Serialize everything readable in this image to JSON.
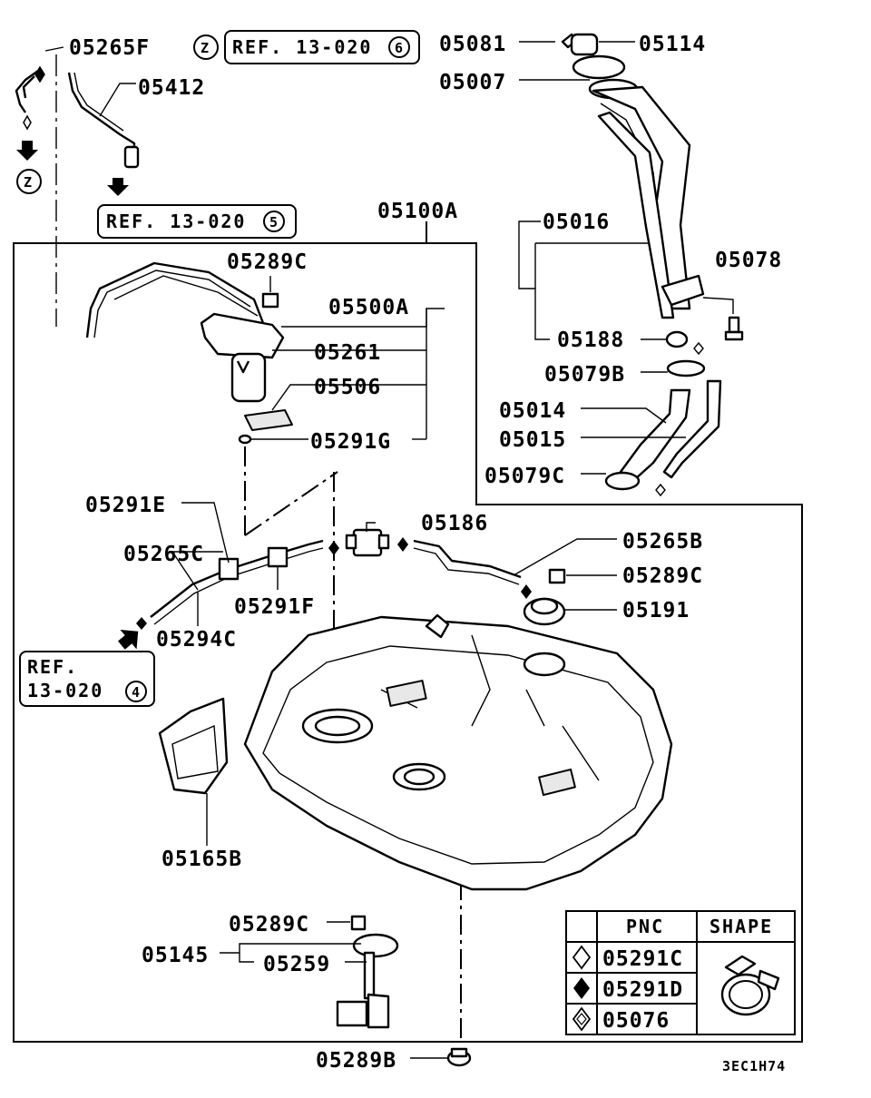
{
  "diagram": {
    "labels": {
      "p05265F": "05265F",
      "p05412": "05412",
      "p05081": "05081",
      "p05114": "05114",
      "p05007": "05007",
      "p05100A": "05100A",
      "p05016": "05016",
      "p05289C_top": "05289C",
      "p05078": "05078",
      "p05500A": "05500A",
      "p05261": "05261",
      "p05188": "05188",
      "p05506": "05506",
      "p05079B": "05079B",
      "p05014": "05014",
      "p05291G": "05291G",
      "p05015": "05015",
      "p05079C": "05079C",
      "p05291E": "05291E",
      "p05186": "05186",
      "p05265B": "05265B",
      "p05265C": "05265C",
      "p05289C_mid": "05289C",
      "p05291F": "05291F",
      "p05191": "05191",
      "p05294C": "05294C",
      "p05165B": "05165B",
      "p05289C_low": "05289C",
      "p05145": "05145",
      "p05259": "05259",
      "p05289B": "05289B"
    },
    "refs": {
      "ref6_text": "REF. 13-020",
      "ref6_num": "6",
      "ref5_text": "REF. 13-020",
      "ref5_num": "5",
      "ref4_line1": "REF.",
      "ref4_line2": "13-020",
      "ref4_num": "4",
      "z_mark": "Z"
    },
    "legend": {
      "col_pnc": "PNC",
      "col_shape": "SHAPE",
      "rows": [
        "05291C",
        "05291D",
        "05076"
      ]
    },
    "footer_code": "3EC1H74"
  }
}
